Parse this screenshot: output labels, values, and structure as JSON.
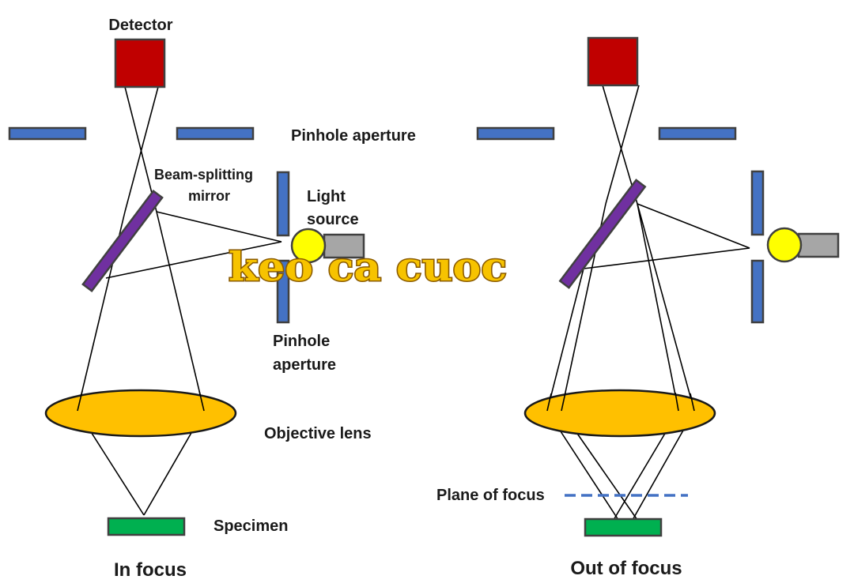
{
  "colors": {
    "detector": "#c00000",
    "aperture": "#4472c4",
    "mirror": "#7030a0",
    "light_source_bulb": "#ffff00",
    "light_source_housing": "#a6a6a6",
    "lens": "#ffc000",
    "specimen": "#00b050",
    "focus_plane": "#4472c4",
    "outline": "#404040",
    "ray": "#000000",
    "watermark_fill": "#f7c300"
  },
  "labels": {
    "detector": "Detector",
    "pinhole_aperture_top": "Pinhole aperture",
    "beam_splitter_line1": "Beam-splitting",
    "beam_splitter_line2": "mirror",
    "light_source_line1": "Light",
    "light_source_line2": "source",
    "pinhole_aperture_side_line1": "Pinhole",
    "pinhole_aperture_side_line2": "aperture",
    "objective_lens": "Objective lens",
    "specimen": "Specimen",
    "plane_of_focus": "Plane of focus",
    "in_focus": "In focus",
    "out_of_focus": "Out of focus"
  },
  "watermark": "keo ca cuoc"
}
